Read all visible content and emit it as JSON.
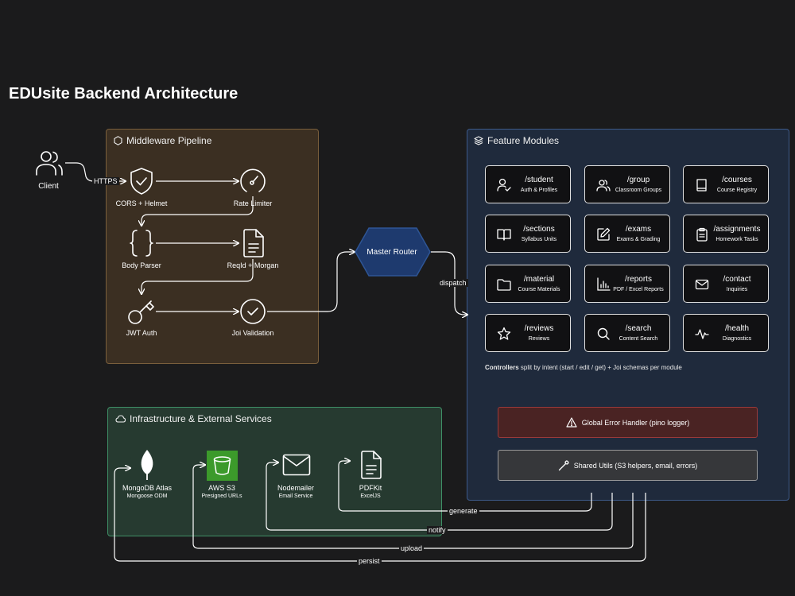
{
  "title": "EDUsite Backend Architecture",
  "client": {
    "label": "Client"
  },
  "edges": {
    "https": "HTTPS",
    "dispatch": "dispatch",
    "generate": "generate",
    "notify": "notify",
    "upload": "upload",
    "persist": "persist"
  },
  "middleware": {
    "label": "Middleware Pipeline",
    "nodes": [
      {
        "label": "CORS + Helmet",
        "icon": "shield-check-icon"
      },
      {
        "label": "Rate Limiter",
        "icon": "gauge-icon"
      },
      {
        "label": "Body Parser",
        "icon": "braces-icon"
      },
      {
        "label": "ReqId + Morgan",
        "icon": "document-icon"
      },
      {
        "label": "JWT Auth",
        "icon": "key-icon"
      },
      {
        "label": "Joi Validation",
        "icon": "check-circle-icon"
      }
    ]
  },
  "router": {
    "label": "Master Router"
  },
  "features": {
    "label": "Feature Modules",
    "modules": [
      {
        "title": "/student",
        "sub": "Auth & Profiles",
        "icon": "user-check-icon"
      },
      {
        "title": "/group",
        "sub": "Classroom Groups",
        "icon": "users-icon"
      },
      {
        "title": "/courses",
        "sub": "Course Registry",
        "icon": "book-icon"
      },
      {
        "title": "/sections",
        "sub": "Syllabus Units",
        "icon": "open-book-icon"
      },
      {
        "title": "/exams",
        "sub": "Exams & Grading",
        "icon": "edit-icon"
      },
      {
        "title": "/assignments",
        "sub": "Homework Tasks",
        "icon": "clipboard-icon"
      },
      {
        "title": "/material",
        "sub": "Course Materials",
        "icon": "folder-icon"
      },
      {
        "title": "/reports",
        "sub": "PDF / Excel Reports",
        "icon": "bar-chart-icon"
      },
      {
        "title": "/contact",
        "sub": "Inquiries",
        "icon": "mail-icon"
      },
      {
        "title": "/reviews",
        "sub": "Reviews",
        "icon": "star-icon"
      },
      {
        "title": "/search",
        "sub": "Content Search",
        "icon": "search-icon"
      },
      {
        "title": "/health",
        "sub": "Diagnostics",
        "icon": "pulse-icon"
      }
    ],
    "note_bold": "Controllers",
    "note_rest": " split by intent (start / edit / get) + Joi schemas per module",
    "error_handler": "Global Error Handler (pino logger)",
    "shared_utils": "Shared Utils (S3 helpers, email, errors)"
  },
  "infra": {
    "label": "Infrastructure & External Services",
    "services": [
      {
        "label": "MongoDB Atlas",
        "sub": "Mongoose ODM",
        "icon": "leaf-icon"
      },
      {
        "label": "AWS S3",
        "sub": "Presigned URLs",
        "icon": "bucket-icon"
      },
      {
        "label": "Nodemailer",
        "sub": "Email Service",
        "icon": "mail-icon"
      },
      {
        "label": "PDFKit",
        "sub": "ExcelJS",
        "icon": "document-icon"
      }
    ]
  },
  "colors": {
    "background": "#1b1b1c",
    "middleware_fill": "#3b2f22",
    "middleware_border": "#7a5f3c",
    "features_fill": "#1f2a3c",
    "features_border": "#3d5a8a",
    "infra_fill": "#263a30",
    "infra_border": "#3f8f66",
    "router_fill": "#1e3a6e",
    "error_fill": "#4a2323",
    "error_border": "#9b3a3a",
    "s3_green": "#3c9a2b"
  }
}
